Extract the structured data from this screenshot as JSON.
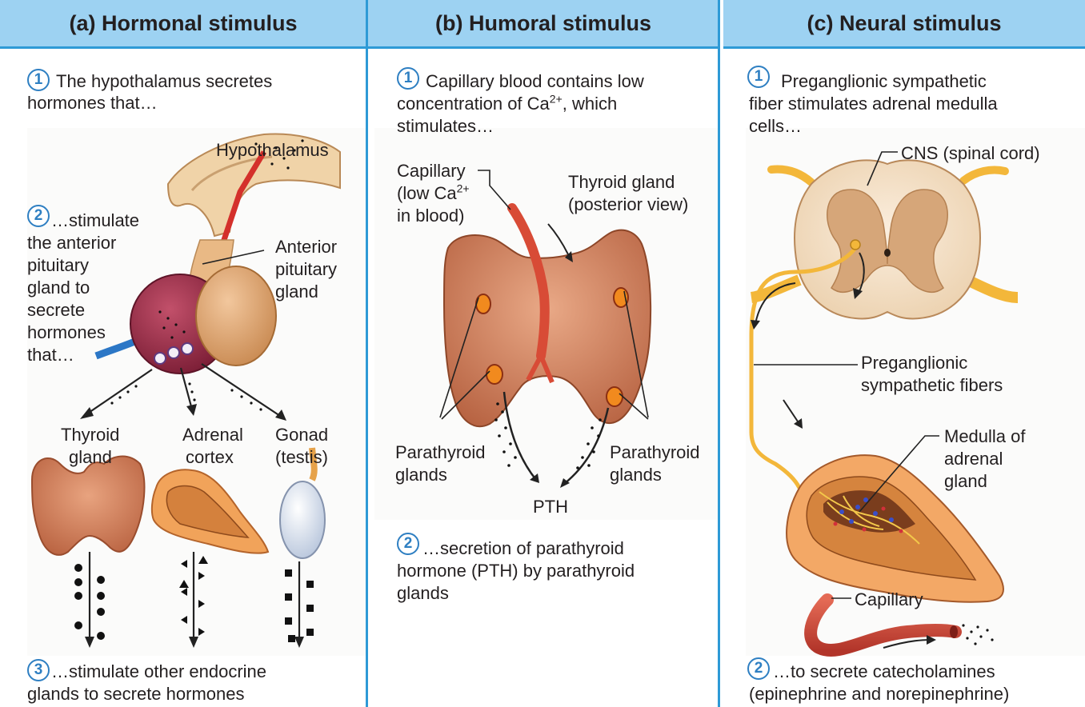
{
  "panels": [
    {
      "title": "(a) Hormonal stimulus",
      "step1_num": "1",
      "step1": [
        "The hypothalamus secretes",
        "hormones that…"
      ],
      "label_hypothalamus": "Hypothalamus",
      "step2_num": "2",
      "step2": [
        "…stimulate",
        "the anterior",
        "pituitary",
        "gland to",
        "secrete",
        "hormones",
        "that…"
      ],
      "label_anterior": [
        "Anterior",
        "pituitary",
        "gland"
      ],
      "targets": [
        [
          "Thyroid",
          "gland"
        ],
        [
          "Adrenal",
          "cortex"
        ],
        [
          "Gonad",
          "(testis)"
        ]
      ],
      "step3_num": "3",
      "step3": [
        "…stimulate other endocrine",
        "glands to secrete hormones"
      ]
    },
    {
      "title": "(b) Humoral stimulus",
      "step1_num": "1",
      "step1": [
        "Capillary blood contains low",
        "concentration of Ca",
        "2+",
        ", which",
        "stimulates…"
      ],
      "label_capillary": [
        "Capillary",
        "(low Ca",
        "2+",
        "in blood)"
      ],
      "label_thyroid": [
        "Thyroid gland",
        "(posterior view)"
      ],
      "label_parathyroid": [
        "Parathyroid",
        "glands"
      ],
      "label_pth": "PTH",
      "step2_num": "2",
      "step2": [
        "…secretion of parathyroid",
        "hormone (PTH) by parathyroid",
        "glands"
      ]
    },
    {
      "title": "(c) Neural stimulus",
      "step1_num": "1",
      "step1": [
        "Preganglionic sympathetic",
        "fiber stimulates adrenal medulla",
        "cells…"
      ],
      "label_cns": "CNS (spinal cord)",
      "label_fibers": [
        "Preganglionic",
        "sympathetic fibers"
      ],
      "label_medulla": [
        "Medulla of",
        "adrenal",
        "gland"
      ],
      "label_capillary": "Capillary",
      "step2_num": "2",
      "step2": [
        "…to secrete catecholamines",
        "(epinephrine and norepinephrine)"
      ]
    }
  ],
  "colors": {
    "header_bg": "#9dd2f2",
    "divider": "#2e9ad6",
    "step_number": "#2e7fc2",
    "gland": "#d9805a",
    "capillary": "#d84b36"
  }
}
